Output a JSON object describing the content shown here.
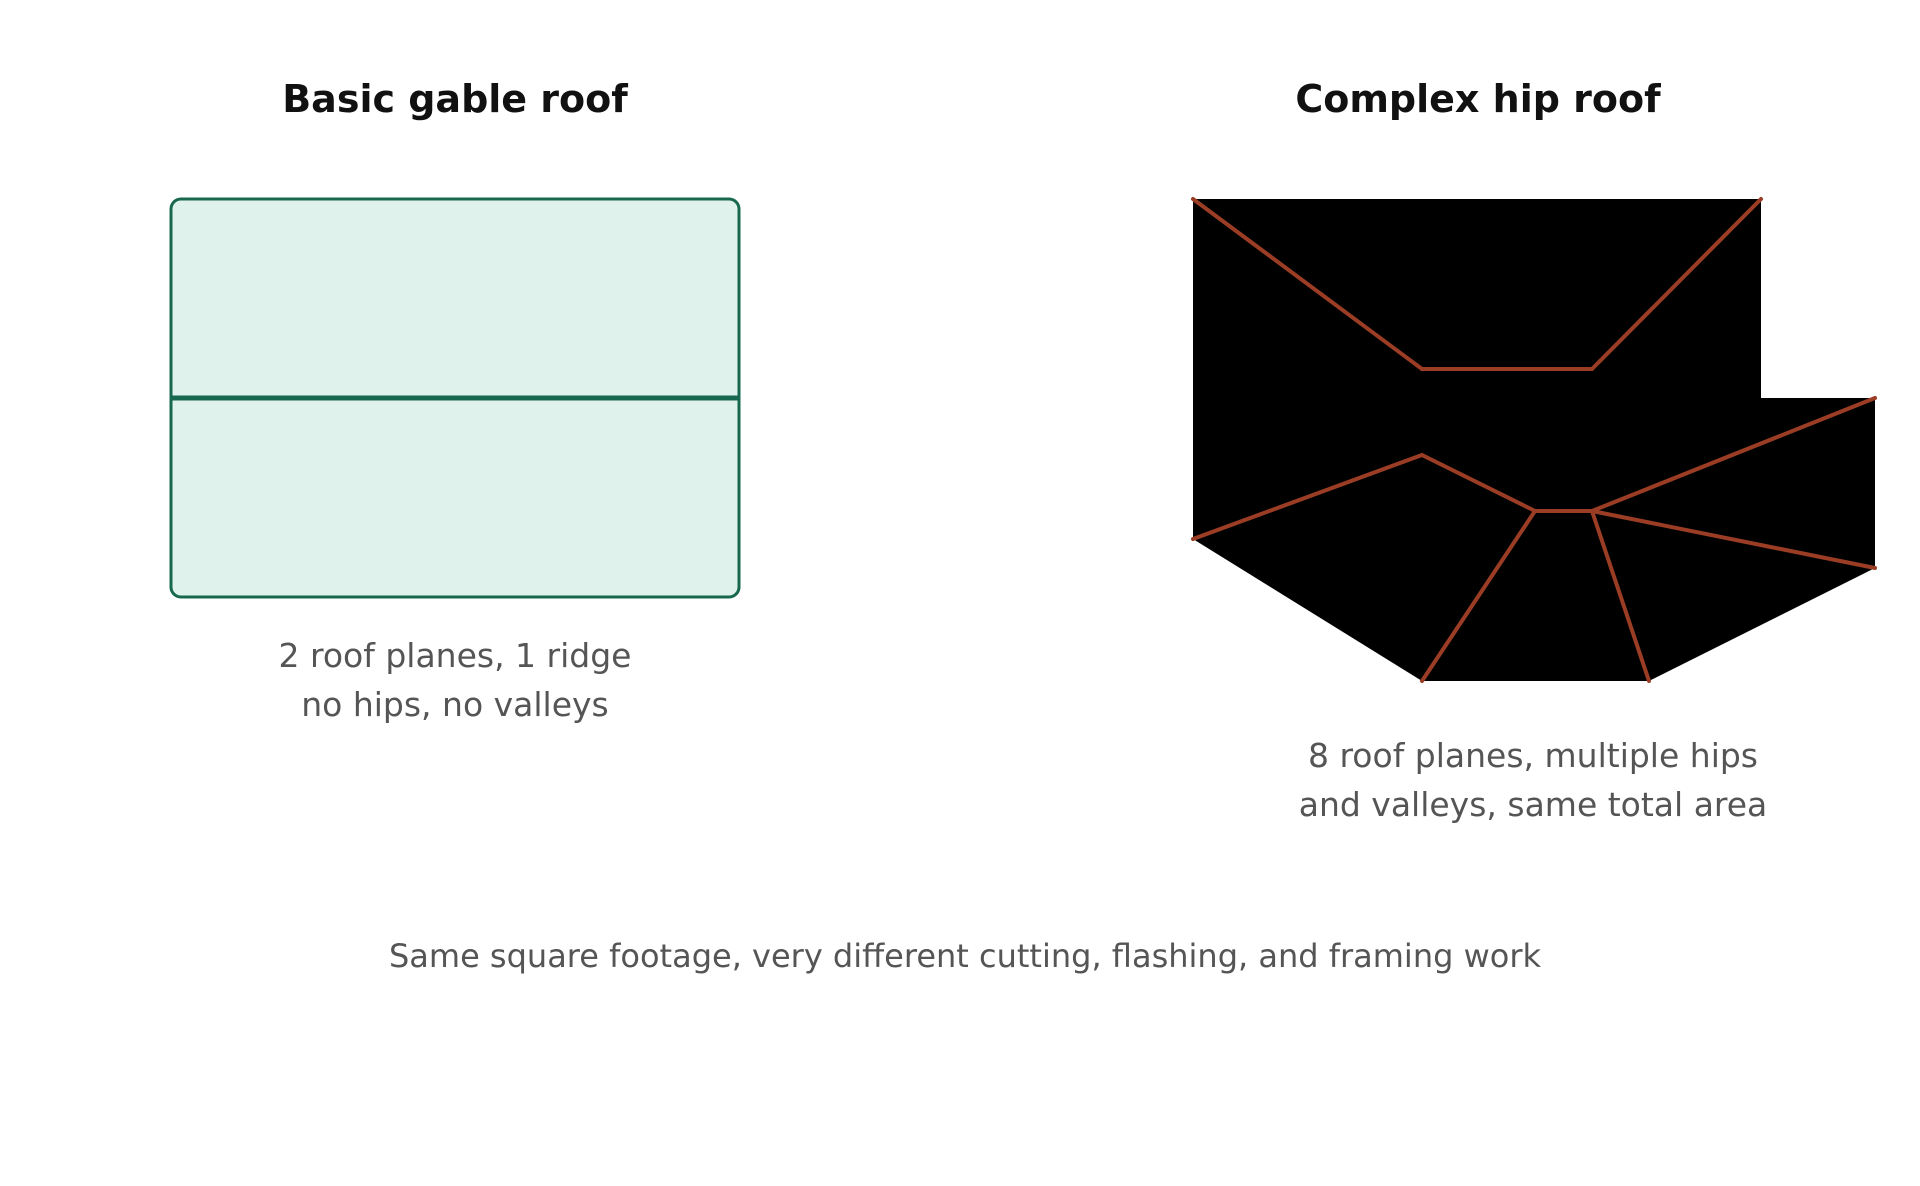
{
  "left_panel": {
    "title": "Basic gable roof",
    "caption_line1": "2 roof planes, 1 ridge",
    "caption_line2": "no hips, no valleys",
    "fill_color": "#e0f2ec",
    "stroke_color": "#17684f"
  },
  "right_panel": {
    "title": "Complex hip roof",
    "caption_line1": "8 roof planes, multiple hips",
    "caption_line2": "and valleys, same total area",
    "fill_color": "#000000",
    "line_color": "#9b3d24"
  },
  "footer": {
    "text": "Same square footage, very different cutting, flashing, and framing work"
  }
}
